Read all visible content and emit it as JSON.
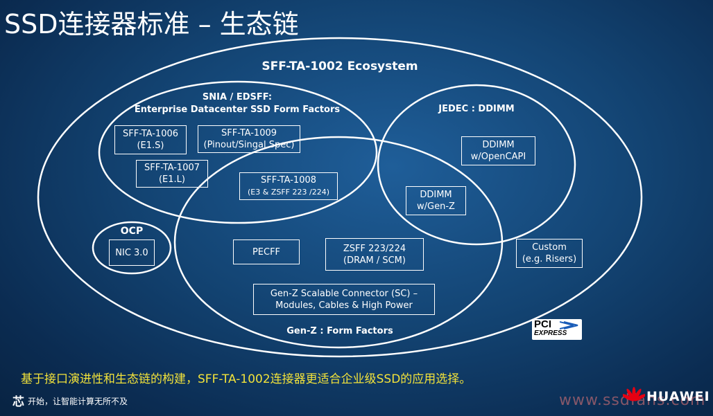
{
  "slide": {
    "title": "SSD连接器标准 – 生态链",
    "caption": "基于接口演进性和生态链的构建，SFF-TA-1002连接器更适合企业级SSD的应用选择。",
    "slogan": "开始，让智能计算无所不及",
    "slogan_mark": "芯",
    "watermark": "www.ssdfans.com",
    "brand": "HUAWEI"
  },
  "diagram": {
    "ecosystem_label": "SFF-TA-1002 Ecosystem",
    "snia_label_1": "SNIA / EDSFF:",
    "snia_label_2": "Enterprise Datacenter SSD Form Factors",
    "jedec_label": "JEDEC : DDIMM",
    "genz_label": "Gen-Z : Form Factors",
    "ocp_label": "OCP",
    "boxes": {
      "sff1006": [
        "SFF-TA-1006",
        "(E1.S)"
      ],
      "sff1009": [
        "SFF-TA-1009",
        "(Pinout/Singal Spec)"
      ],
      "sff1007": [
        "SFF-TA-1007",
        "(E1.L)"
      ],
      "sff1008": [
        "SFF-TA-1008",
        "(E3 & ZSFF 223 /224)"
      ],
      "ddimm_opencapi": [
        "DDIMM",
        "w/OpenCAPI"
      ],
      "ddimm_genz": [
        "DDIMM",
        "w/Gen-Z"
      ],
      "nic": [
        "NIC 3.0"
      ],
      "pecff": [
        "PECFF"
      ],
      "zsff": [
        "ZSFF 223/224",
        "(DRAM / SCM)"
      ],
      "genz_sc": [
        "Gen-Z Scalable Connector (SC) –",
        "Modules, Cables & High Power"
      ],
      "custom": [
        "Custom",
        "(e.g. Risers)"
      ]
    },
    "pci_logo": {
      "line1": "PCI",
      "line2": "EXPRESS"
    }
  },
  "colors": {
    "caption": "#f2e23a",
    "accent_red": "#e60012",
    "line": "#ffffff"
  }
}
